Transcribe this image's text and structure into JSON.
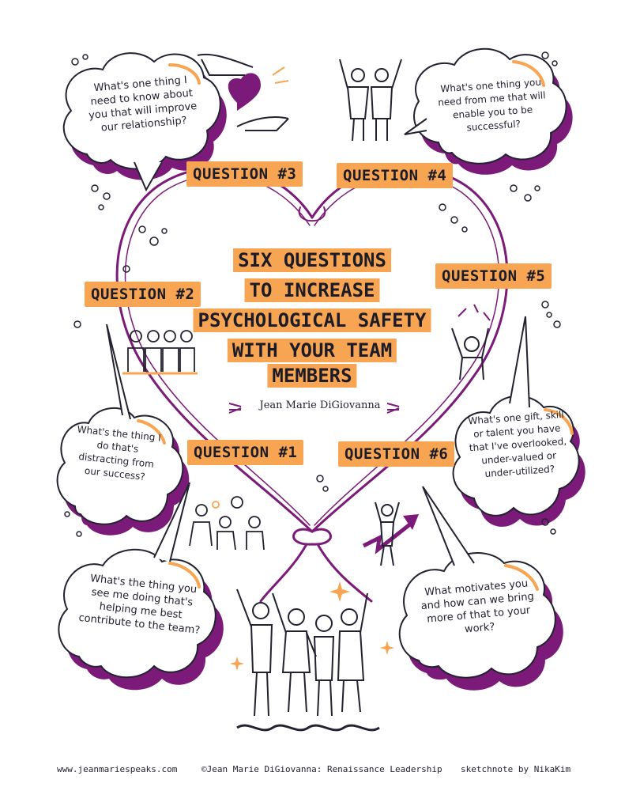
{
  "title_lines": [
    "SIX QUESTIONS",
    "TO INCREASE",
    "PSYCHOLOGICAL SAFETY",
    "WITH YOUR TEAM",
    "MEMBERS"
  ],
  "author": "Jean Marie DiGiovanna",
  "question_labels": {
    "q1": "QUESTION #1",
    "q2": "QUESTION #2",
    "q3": "QUESTION #3",
    "q4": "QUESTION #4",
    "q5": "QUESTION #5",
    "q6": "QUESTION #6"
  },
  "questions": {
    "q1": "What's the thing you see me doing that's helping me best contribute to the team?",
    "q2": "What's the thing I do that's distracting from our success?",
    "q3": "What's one thing I need to know about you that will improve our relationship?",
    "q4": "What's one thing you need from me that will enable you to be successful?",
    "q5": "What's one gift, skill or talent you have that I've overlooked, under-valued or under-utilized?",
    "q6": "What motivates you and how can we bring more of that to your work?"
  },
  "footer": {
    "website": "www.jeanmariespeaks.com",
    "copyright": "©Jean Marie DiGiovanna: Renaissance Leadership",
    "credit": "sketchnote by NikaKim"
  },
  "colors": {
    "orange": "#f8a553",
    "purple": "#7b1a78",
    "ink": "#222231"
  },
  "icons": [
    "heart-icon",
    "hands-icon",
    "people-group-icon",
    "arrow-up-icon",
    "sparkle-icon"
  ]
}
